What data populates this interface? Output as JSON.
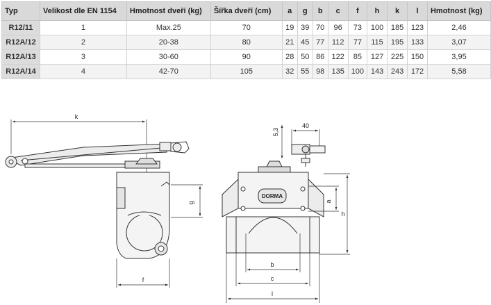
{
  "table": {
    "headers": [
      "Typ",
      "Velikost dle  EN 1154",
      "Hmotnost dveří (kg)",
      "Šířka dveří (cm)",
      "a",
      "g",
      "b",
      "c",
      "f",
      "h",
      "k",
      "l",
      "Hmotnost (kg)"
    ],
    "rows": [
      [
        "R12/11",
        "1",
        "Max.25",
        "70",
        "19",
        "39",
        "70",
        "96",
        "73",
        "100",
        "185",
        "123",
        "2,46"
      ],
      [
        "R12A/12",
        "2",
        "20-38",
        "80",
        "21",
        "45",
        "77",
        "112",
        "77",
        "115",
        "195",
        "133",
        "3,07"
      ],
      [
        "R12A/13",
        "3",
        "30-60",
        "90",
        "28",
        "50",
        "86",
        "122",
        "85",
        "127",
        "225",
        "150",
        "3,95"
      ],
      [
        "R12A/14",
        "4",
        "42-70",
        "105",
        "32",
        "55",
        "98",
        "135",
        "100",
        "143",
        "243",
        "172",
        "5,58"
      ]
    ]
  },
  "drawing": {
    "labels": {
      "k": "k",
      "g": "g",
      "f": "f",
      "dim_40": "40",
      "dim_53": "5,3",
      "a": "a",
      "h": "h",
      "b": "b",
      "c": "c",
      "l": "l",
      "logo": "DORMA"
    },
    "colors": {
      "line": "#333333",
      "body": "#f4f4f4"
    }
  }
}
